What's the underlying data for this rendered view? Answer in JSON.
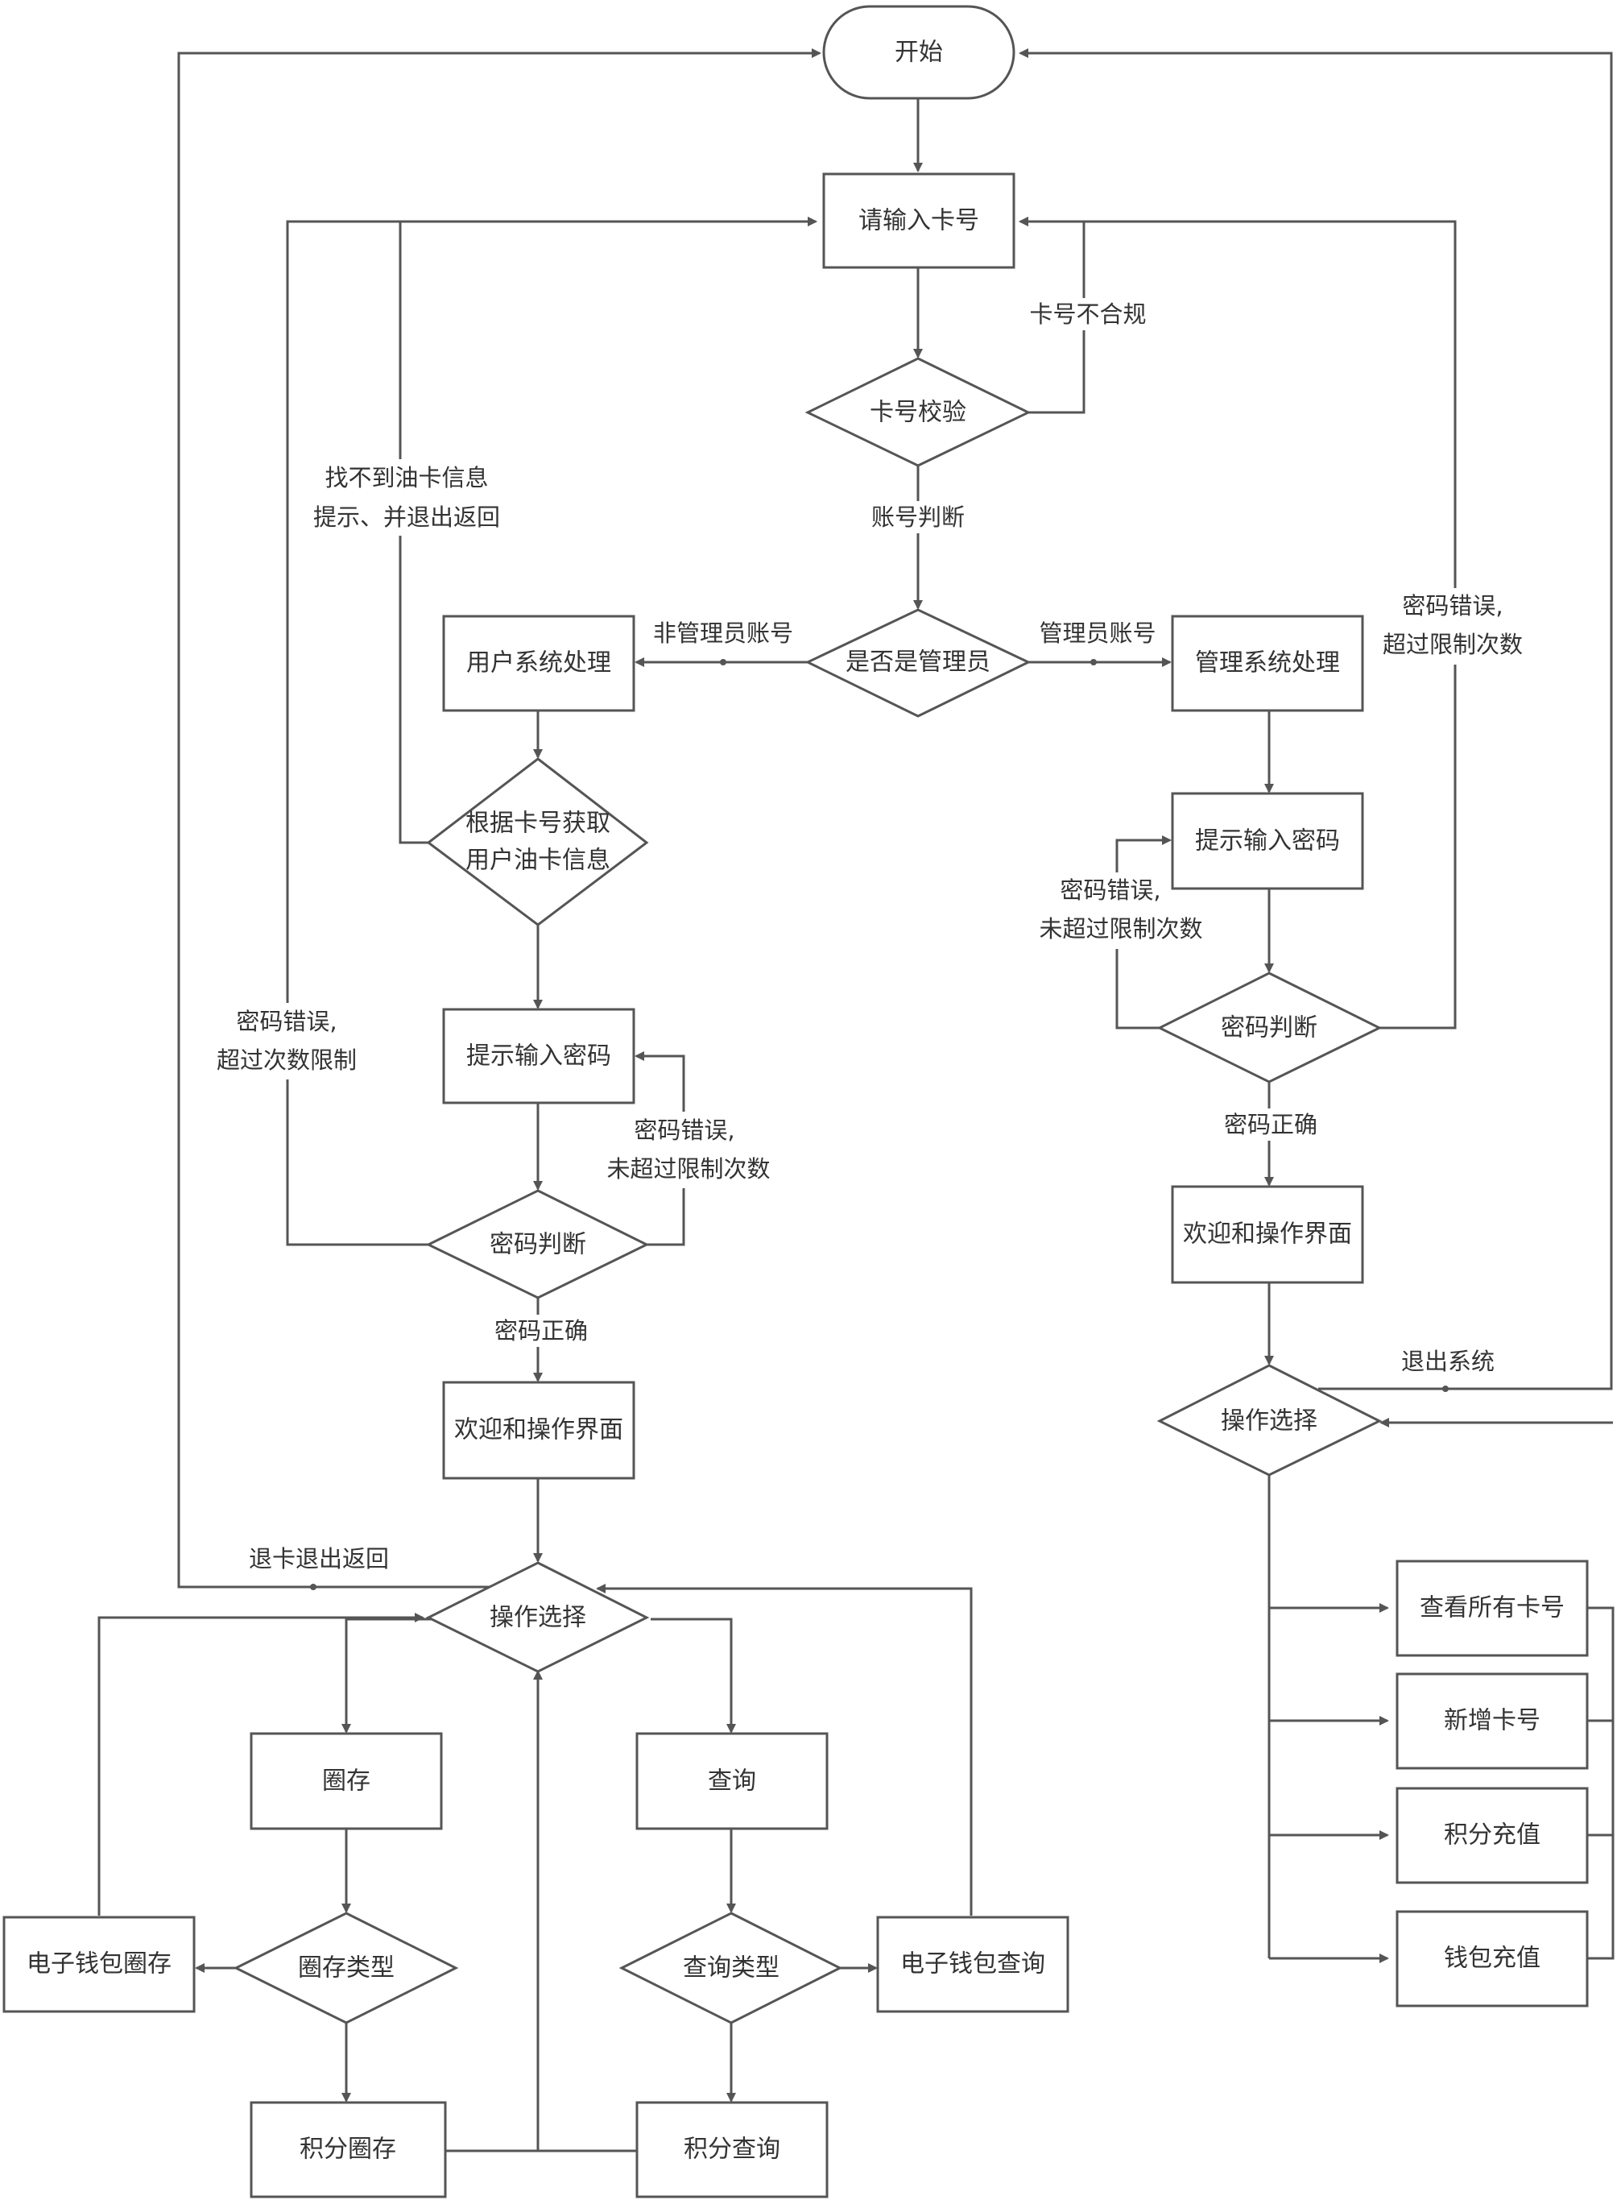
{
  "nodes": {
    "start": "开始",
    "input_card": "请输入卡号",
    "card_check": "卡号校验",
    "is_admin": "是否是管理员",
    "user_process": "用户系统处理",
    "get_info": [
      "根据卡号获取",
      "用户油卡信息"
    ],
    "user_prompt_pwd": "提示输入密码",
    "user_pwd_judge": "密码判断",
    "user_welcome": "欢迎和操作界面",
    "user_op_select": "操作选择",
    "deposit": "圈存",
    "query": "查询",
    "deposit_type": "圈存类型",
    "query_type": "查询类型",
    "ewallet_deposit": "电子钱包圈存",
    "ewallet_query": "电子钱包查询",
    "points_deposit": "积分圈存",
    "points_query": "积分查询",
    "admin_process": "管理系统处理",
    "admin_prompt_pwd": "提示输入密码",
    "admin_pwd_judge": "密码判断",
    "admin_welcome": "欢迎和操作界面",
    "admin_op_select": "操作选择",
    "view_all": "查看所有卡号",
    "add_card": "新增卡号",
    "points_recharge": "积分充值",
    "wallet_recharge": "钱包充值"
  },
  "edges": {
    "invalid_card": "卡号不合规",
    "account_judge": "账号判断",
    "non_admin": "非管理员账号",
    "admin": "管理员账号",
    "not_found": [
      "找不到油卡信息",
      "提示、并退出返回"
    ],
    "user_wrong_exceeded": [
      "密码错误,",
      "超过次数限制"
    ],
    "user_wrong_not_exceeded": [
      "密码错误,",
      "未超过限制次数"
    ],
    "user_pwd_ok": "密码正确",
    "eject_card": "退卡退出返回",
    "admin_wrong_exceeded": [
      "密码错误,",
      "超过限制次数"
    ],
    "admin_wrong_not_exceeded": [
      "密码错误,",
      "未超过限制次数"
    ],
    "admin_pwd_ok": "密码正确",
    "exit_system": "退出系统"
  }
}
